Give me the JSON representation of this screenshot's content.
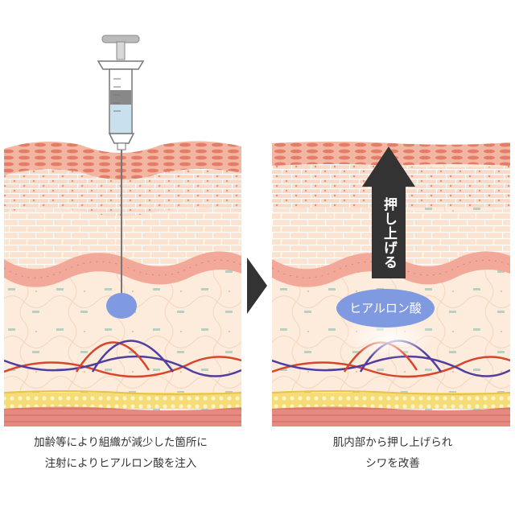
{
  "left_panel": {
    "caption_line1": "加齢等により組織が減少した箇所に",
    "caption_line2": "注射によりヒアルロン酸を注入"
  },
  "right_panel": {
    "arrow_label": "押し上げる",
    "bubble_label": "ヒアルロン酸",
    "caption_line1": "肌内部から押し上げられ",
    "caption_line2": "シワを改善"
  },
  "colors": {
    "hyaluronic": "#7f9ae0",
    "arrow": "#333333",
    "fat": "#f6dc77",
    "muscle": "#e58a80",
    "epidermis": "#f2a999",
    "dermis": "#fde9d9"
  }
}
